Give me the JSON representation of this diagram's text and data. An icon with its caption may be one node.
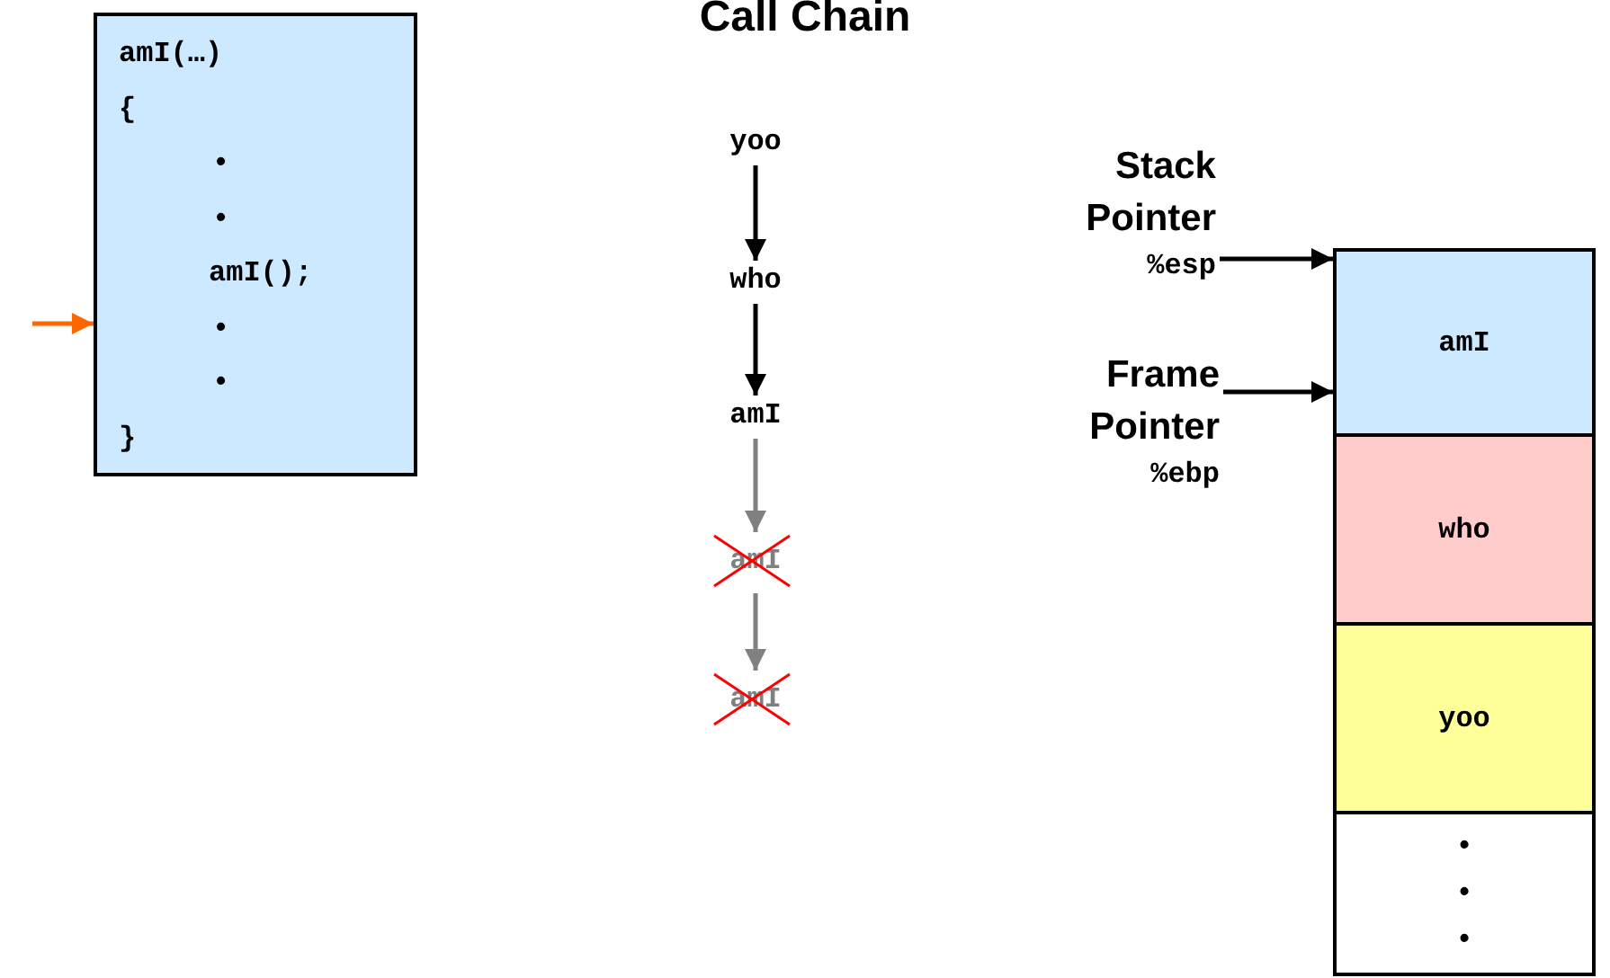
{
  "diagram": {
    "title": "Call Chain",
    "nodes": [
      {
        "text": [
          "amI(…)",
          "{",
          "•",
          "•",
          "amI();",
          "•",
          "•",
          "}"
        ]
      },
      {
        "text": [
          "yoo"
        ]
      },
      {
        "text": [
          "who"
        ]
      },
      {
        "text": [
          "amI"
        ]
      },
      {
        "text": [
          "amI"
        ]
      },
      {
        "text": [
          "amI"
        ]
      },
      {
        "text": [
          "amI"
        ]
      },
      {
        "text": [
          "who"
        ]
      },
      {
        "text": [
          "yoo"
        ]
      },
      {
        "text": [
          "• • •"
        ]
      },
      {
        "text": [
          "Stack Pointer",
          "%esp"
        ]
      },
      {
        "text": [
          "Frame Pointer",
          "%ebp"
        ]
      }
    ],
    "edges": [
      {
        "from": null,
        "to": 0,
        "arrow": "to",
        "color": "#ff6600"
      },
      {
        "from": 1,
        "to": 2,
        "arrow": "to"
      },
      {
        "from": 2,
        "to": 3,
        "arrow": "to"
      },
      {
        "from": 3,
        "to": 4,
        "arrow": "to",
        "color": "#808080"
      },
      {
        "from": 4,
        "to": 5,
        "arrow": "to",
        "color": "#808080"
      },
      {
        "from": 10,
        "to": 6,
        "arrow": "to"
      },
      {
        "from": 11,
        "to": 6,
        "arrow": "to"
      }
    ]
  }
}
